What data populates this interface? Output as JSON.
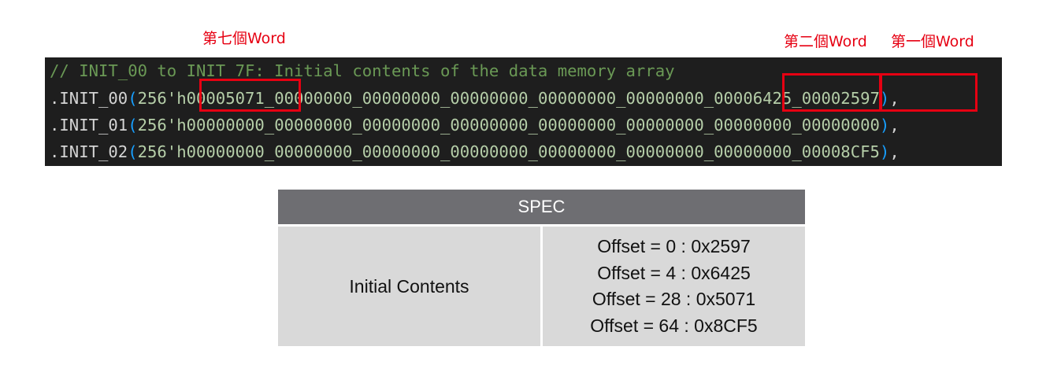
{
  "annotations": {
    "seventh_word": "第七個Word",
    "second_word": "第二個Word",
    "first_word": "第一個Word"
  },
  "code": {
    "comment": "// INIT_00 to INIT_7F: Initial contents of the data memory array",
    "lines": [
      {
        "prefix": ".INIT_00",
        "open": "(",
        "value_head": "256'h",
        "value_body": "00005071_00000000_00000000_00000000_00000000_00000000_00006425_00002597",
        "close": ")",
        "trail": ","
      },
      {
        "prefix": ".INIT_01",
        "open": "(",
        "value_head": "256'h",
        "value_body": "00000000_00000000_00000000_00000000_00000000_00000000_00000000_00000000",
        "close": ")",
        "trail": ","
      },
      {
        "prefix": ".INIT_02",
        "open": "(",
        "value_head": "256'h",
        "value_body": "00000000_00000000_00000000_00000000_00000000_00000000_00000000_00008CF5",
        "close": ")",
        "trail": ","
      }
    ]
  },
  "spec": {
    "header": "SPEC",
    "label": "Initial Contents",
    "offsets": [
      "Offset = 0 : 0x2597",
      "Offset = 4 : 0x6425",
      "Offset = 28 : 0x5071",
      "Offset = 64 : 0x8CF5"
    ]
  },
  "colors": {
    "annotation_red": "#e60012",
    "code_background": "#1e1e1e",
    "comment_green": "#6a9955",
    "paren_blue": "#179fff",
    "number_green": "#b5cea8",
    "spec_header_gray": "#6e6e72",
    "spec_cell_gray": "#d9d9d9"
  }
}
